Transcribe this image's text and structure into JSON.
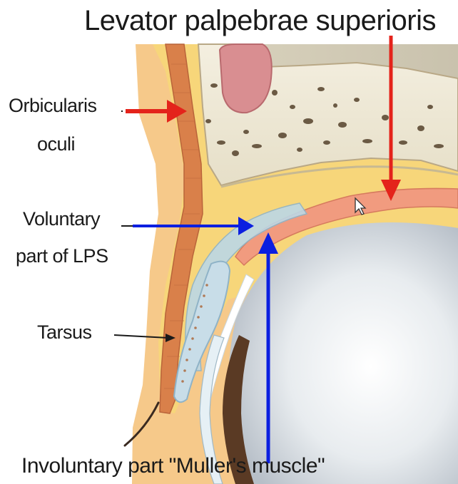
{
  "title": "Levator palpebrae superioris",
  "labels": {
    "orbicularis_line1": "Orbicularis",
    "orbicularis_line2": "oculi",
    "voluntary_line1": "Voluntary",
    "voluntary_line2": "part of LPS",
    "tarsus": "Tarsus",
    "involuntary": "Involuntary part \"Muller's muscle\""
  },
  "colors": {
    "red_arrow": "#e4231b",
    "blue_arrow": "#0b1fe0",
    "fat": "#f7d67a",
    "skin": "#f6c98a",
    "orbicularis_muscle": "#d9804a",
    "bone": "#ece6d2",
    "sinus": "#d98e91",
    "conjunctiva": "#bcd8e6",
    "eyeball": "#dfe4ea",
    "levator": "#f19b7f"
  },
  "icons": [
    "mouse-cursor-icon"
  ]
}
